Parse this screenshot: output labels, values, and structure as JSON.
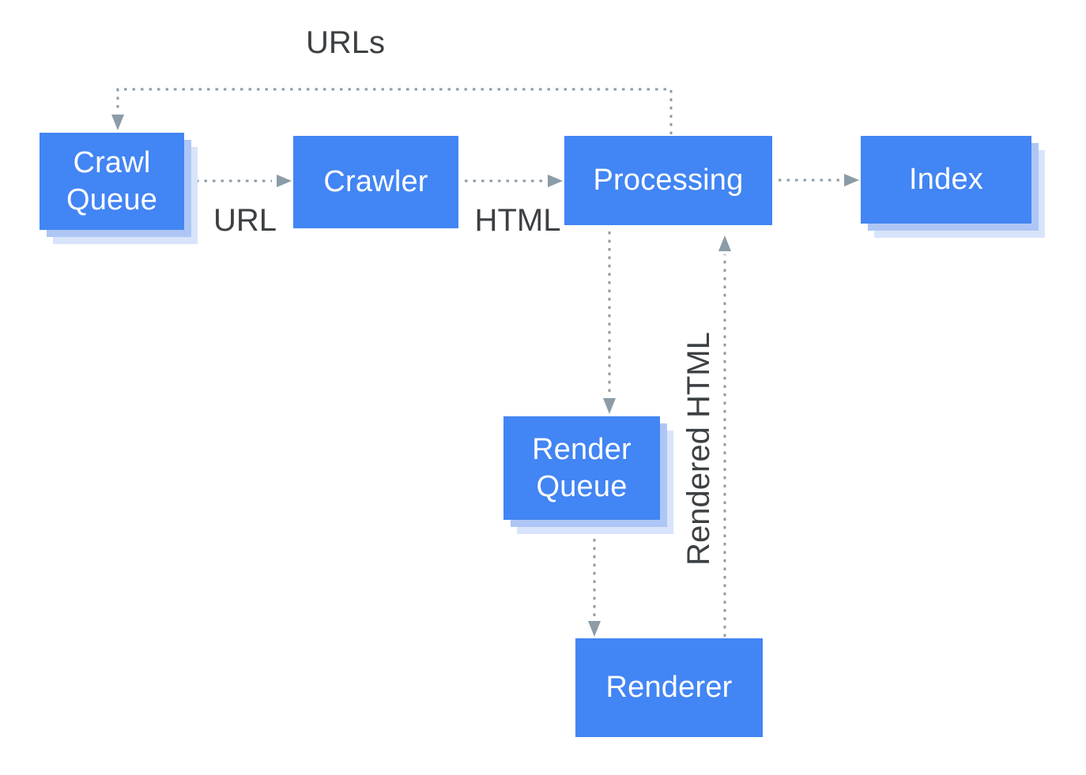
{
  "diagram": {
    "nodes": {
      "crawl_queue": {
        "label": "Crawl Queue",
        "stacked": true
      },
      "crawler": {
        "label": "Crawler",
        "stacked": false
      },
      "processing": {
        "label": "Processing",
        "stacked": false
      },
      "index": {
        "label": "Index",
        "stacked": true
      },
      "render_queue": {
        "label": "Render Queue",
        "stacked": true
      },
      "renderer": {
        "label": "Renderer",
        "stacked": false
      }
    },
    "edges": [
      {
        "from": "crawl_queue",
        "to": "crawler",
        "label": "URL"
      },
      {
        "from": "crawler",
        "to": "processing",
        "label": "HTML"
      },
      {
        "from": "processing",
        "to": "index",
        "label": ""
      },
      {
        "from": "processing",
        "to": "crawl_queue",
        "label": "URLs"
      },
      {
        "from": "processing",
        "to": "render_queue",
        "label": ""
      },
      {
        "from": "render_queue",
        "to": "renderer",
        "label": ""
      },
      {
        "from": "renderer",
        "to": "processing",
        "label": "Rendered HTML"
      }
    ],
    "colors": {
      "node_fill": "#4285F4",
      "node_text": "#FFFFFF",
      "stack_shadow_inner": "#AEC6F5",
      "stack_shadow_outer": "#D8E4FB",
      "connector": "#8B9CA7",
      "label_text": "#3C4043",
      "background": "#FFFFFF"
    }
  }
}
